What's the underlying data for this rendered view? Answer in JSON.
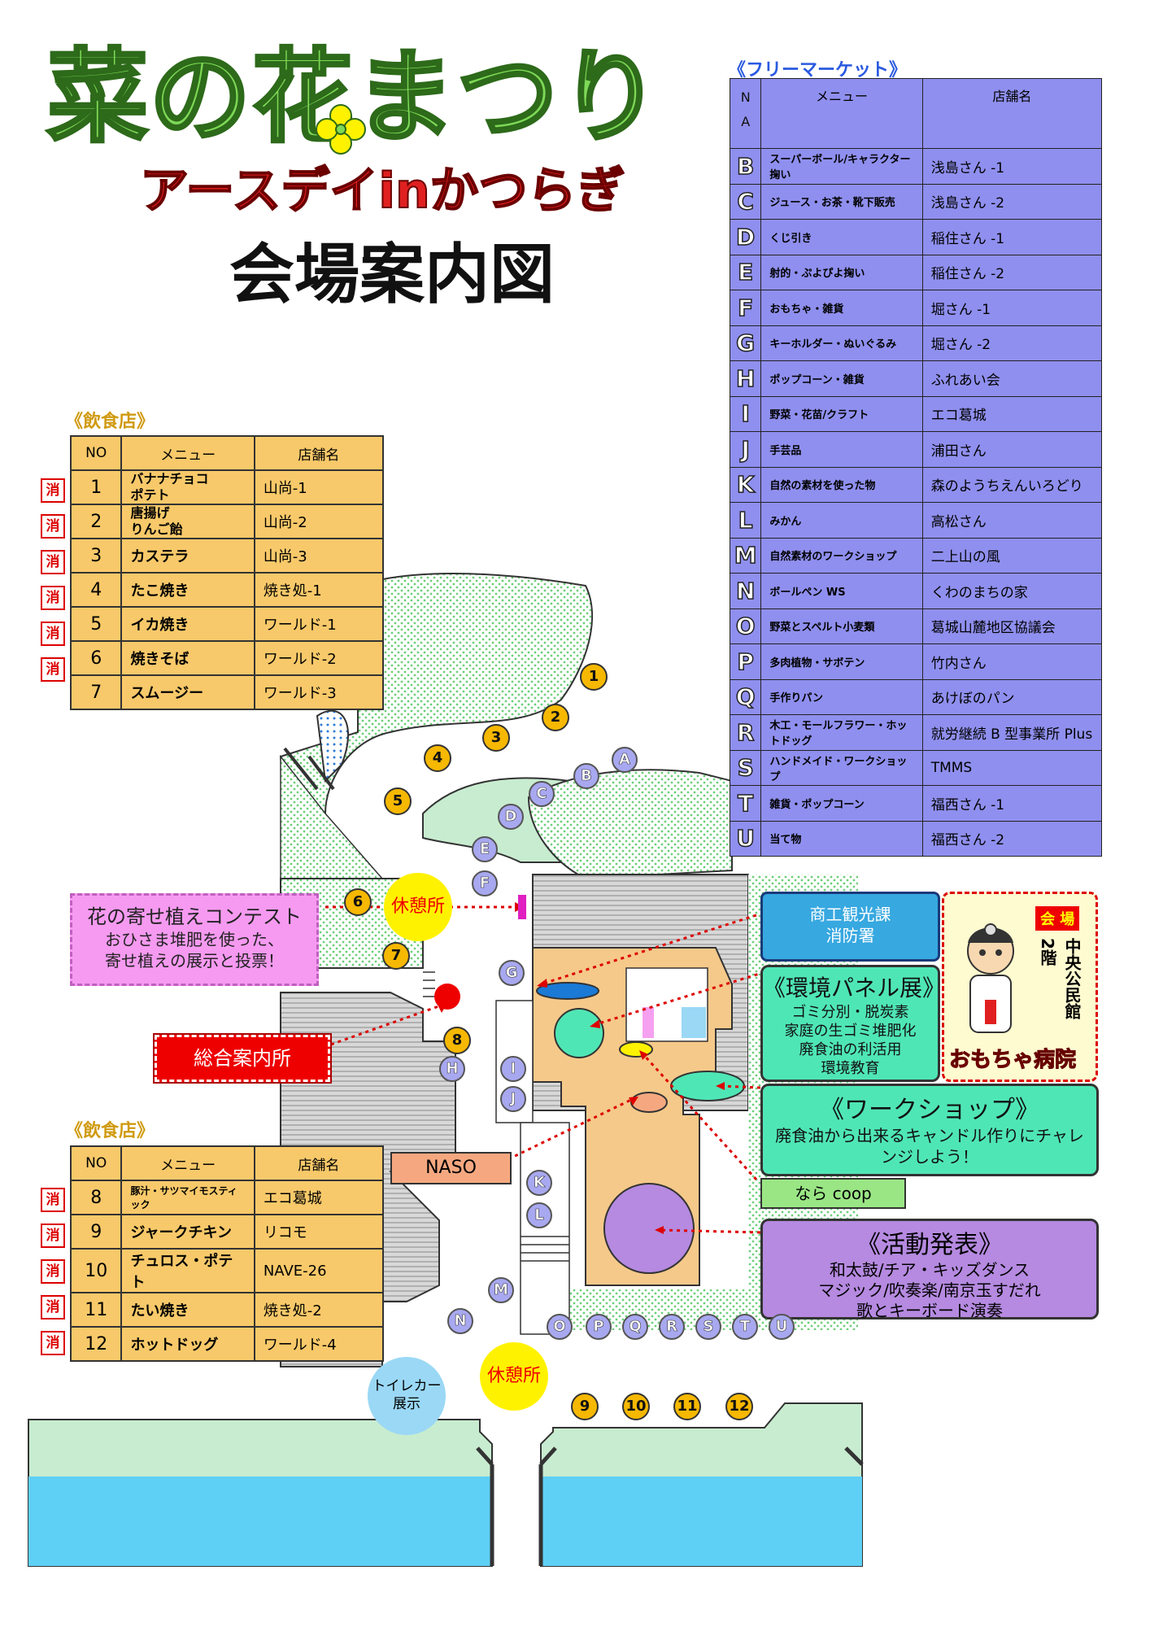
{
  "header": {
    "title": "菜の花まつり",
    "subtitle": "アースデイinかつらぎ",
    "map_title": "会場案内図"
  },
  "food_label": "《飲食店》",
  "kesu": "消",
  "food_table1": {
    "headers": [
      "NO",
      "メニュー",
      "店舗名"
    ],
    "rows": [
      {
        "no": "1",
        "menu": "バナナチョコ\nポテト",
        "shop": "山尚-1"
      },
      {
        "no": "2",
        "menu": "唐揚げ\nりんご飴",
        "shop": "山尚-2"
      },
      {
        "no": "3",
        "menu": "カステラ",
        "shop": "山尚-3"
      },
      {
        "no": "4",
        "menu": "たこ焼き",
        "shop": "焼き処-1"
      },
      {
        "no": "5",
        "menu": "イカ焼き",
        "shop": "ワールド-1"
      },
      {
        "no": "6",
        "menu": "焼きそば",
        "shop": "ワールド-2"
      },
      {
        "no": "7",
        "menu": "スムージー",
        "shop": "ワールド-3"
      }
    ]
  },
  "food_table2": {
    "headers": [
      "NO",
      "メニュー",
      "店舗名"
    ],
    "rows": [
      {
        "no": "8",
        "menu": "豚汁・サツマイモスティック",
        "shop": "エコ葛城"
      },
      {
        "no": "9",
        "menu": "ジャークチキン",
        "shop": "リコモ"
      },
      {
        "no": "10",
        "menu": "チュロス・ポテト",
        "shop": "NAVE-26"
      },
      {
        "no": "11",
        "menu": "たい焼き",
        "shop": "焼き処-2"
      },
      {
        "no": "12",
        "menu": "ホットドッグ",
        "shop": "ワールド-4"
      }
    ]
  },
  "flea": {
    "label": "《フリーマーケット》",
    "headers": [
      "N\nA",
      "メニュー",
      "店舗名"
    ],
    "rows": [
      {
        "ch": "B",
        "menu": "スーパーボール/キャラクター掬い",
        "shop": "浅島さん -1"
      },
      {
        "ch": "C",
        "menu": "ジュース・お茶・靴下販売",
        "shop": "浅島さん -2"
      },
      {
        "ch": "D",
        "menu": "くじ引き",
        "shop": "稲住さん -1"
      },
      {
        "ch": "E",
        "menu": "射的・ぷよぴよ掬い",
        "shop": "稲住さん -2"
      },
      {
        "ch": "F",
        "menu": "おもちゃ・雑貨",
        "shop": "堀さん -1"
      },
      {
        "ch": "G",
        "menu": "キーホルダー・ぬいぐるみ",
        "shop": "堀さん -2"
      },
      {
        "ch": "H",
        "menu": "ポップコーン・雑貨",
        "shop": "ふれあい会"
      },
      {
        "ch": "I",
        "menu": "野菜・花苗/クラフト",
        "shop": "エコ葛城"
      },
      {
        "ch": "J",
        "menu": "手芸品",
        "shop": "浦田さん"
      },
      {
        "ch": "K",
        "menu": "自然の素材を使った物",
        "shop": "森のようちえんいろどり"
      },
      {
        "ch": "L",
        "menu": "みかん",
        "shop": "高松さん"
      },
      {
        "ch": "M",
        "menu": "自然素材のワークショップ",
        "shop": "二上山の風"
      },
      {
        "ch": "N",
        "menu": "ボールペン WS",
        "shop": "くわのまちの家"
      },
      {
        "ch": "O",
        "menu": "野菜とスペルト小麦類",
        "shop": "葛城山麓地区協議会"
      },
      {
        "ch": "P",
        "menu": "多肉植物・サボテン",
        "shop": "竹内さん"
      },
      {
        "ch": "Q",
        "menu": "手作りパン",
        "shop": "あけぼのパン"
      },
      {
        "ch": "R",
        "menu": "木工・モールフラワー・ホットドッグ",
        "shop": "就労継続 B 型事業所 Plus"
      },
      {
        "ch": "S",
        "menu": "ハンドメイド・ワークショップ",
        "shop": "TMMS"
      },
      {
        "ch": "T",
        "menu": "雑貨・ポップコーン",
        "shop": "福西さん -1"
      },
      {
        "ch": "U",
        "menu": "当て物",
        "shop": "福西さん -2"
      }
    ]
  },
  "map": {
    "contest_title": "花の寄せ植えコンテスト",
    "contest_desc": "おひさま堆肥を使った、\n寄せ植えの展示と投票！",
    "rest": "休憩所",
    "info": "総合案内所",
    "naso": "NASO",
    "toilet": "トイレカー\n展示",
    "shoko": "商工観光課\n消防署",
    "panel_title": "《環境パネル展》",
    "panel_items": "ゴミ分別・脱炭素\n家庭の生ゴミ堆肥化\n廃食油の利活用\n環境教育",
    "venue_label": "会 場",
    "venue_place": "中央公民館\n2階",
    "toy_hospital": "おもちゃ病院",
    "workshop_title": "《ワークショップ》",
    "workshop_desc": "廃食油から出来るキャンドル作りにチャレンジしよう！",
    "nara_coop": "なら coop",
    "activity_title": "《活動発表》",
    "activity_items": "和太鼓/チア・キッズダンス\nマジック/吹奏楽/南京玉すだれ\n歌とキーボード演奏",
    "food_numbers": [
      "1",
      "2",
      "3",
      "4",
      "5",
      "6",
      "7",
      "8",
      "9",
      "10",
      "11",
      "12"
    ],
    "flea_letters": [
      "A",
      "B",
      "C",
      "D",
      "E",
      "F",
      "G",
      "H",
      "I",
      "J",
      "K",
      "L",
      "M",
      "N",
      "O",
      "P",
      "Q",
      "R",
      "S",
      "T",
      "U"
    ]
  },
  "colors": {
    "food_table": "#f8c96a",
    "flea_table": "#8f8fef",
    "green_area": "#c8ecd0",
    "water": "#5fd0f5",
    "building": "#b8b8b8",
    "floor": "#f5c98a"
  }
}
